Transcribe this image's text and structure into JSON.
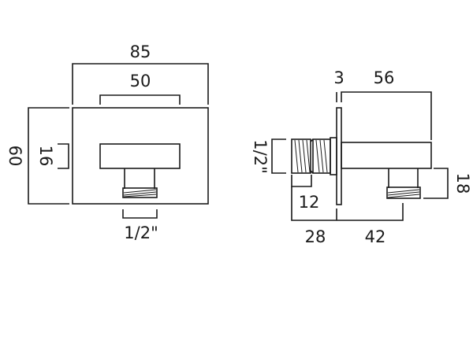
{
  "front_view": {
    "overall_width": "85",
    "arm_width": "50",
    "overall_height": "60",
    "arm_height": "16",
    "outlet_thread": "1/2\""
  },
  "side_view": {
    "plate_thickness": "3",
    "arm_projection": "56",
    "inlet_thread": "1/2\"",
    "thread_length": "12",
    "inlet_length": "28",
    "outlet_offset": "42",
    "outlet_height": "18"
  },
  "colors": {
    "line": "#1a1a1a",
    "background": "#ffffff"
  }
}
